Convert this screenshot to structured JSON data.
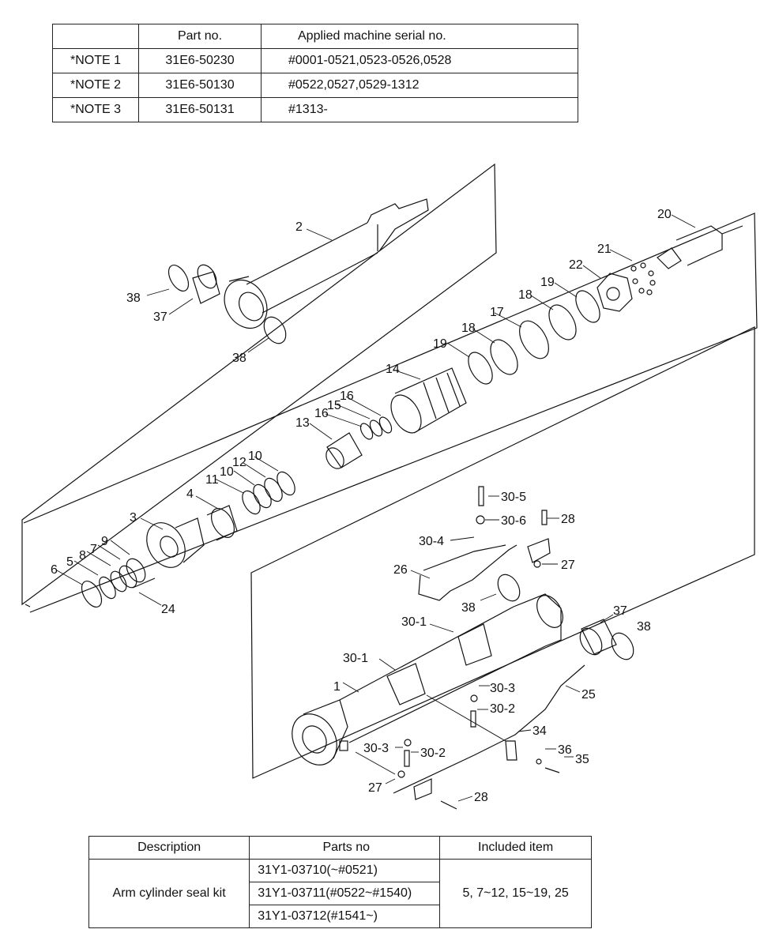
{
  "serial_table": {
    "header": {
      "note": "",
      "part_no": "Part no.",
      "serial": "Applied machine serial no."
    },
    "rows": [
      {
        "note": "*NOTE 1",
        "part_no": "31E6-50230",
        "serial": "#0001-0521,0523-0526,0528"
      },
      {
        "note": "*NOTE 2",
        "part_no": "31E6-50130",
        "serial": "#0522,0527,0529-1312"
      },
      {
        "note": "*NOTE 3",
        "part_no": "31E6-50131",
        "serial": "#1313-"
      }
    ]
  },
  "callouts": [
    "1",
    "2",
    "3",
    "4",
    "5",
    "6",
    "7",
    "8",
    "9",
    "10",
    "10",
    "11",
    "12",
    "13",
    "14",
    "15",
    "16",
    "16",
    "17",
    "18",
    "18",
    "19",
    "19",
    "20",
    "21",
    "22",
    "24",
    "25",
    "26",
    "27",
    "27",
    "28",
    "28",
    "30-1",
    "30-1",
    "30-2",
    "30-2",
    "30-3",
    "30-3",
    "30-4",
    "30-5",
    "30-6",
    "34",
    "35",
    "36",
    "37",
    "37",
    "38",
    "38",
    "38",
    "38"
  ],
  "kit_table": {
    "header": {
      "description": "Description",
      "parts_no": "Parts no",
      "included": "Included item"
    },
    "description": "Arm cylinder seal kit",
    "parts": [
      "31Y1-03710(~#0521)",
      "31Y1-03711(#0522~#1540)",
      "31Y1-03712(#1541~)"
    ],
    "included": "5, 7~12, 15~19, 25"
  }
}
